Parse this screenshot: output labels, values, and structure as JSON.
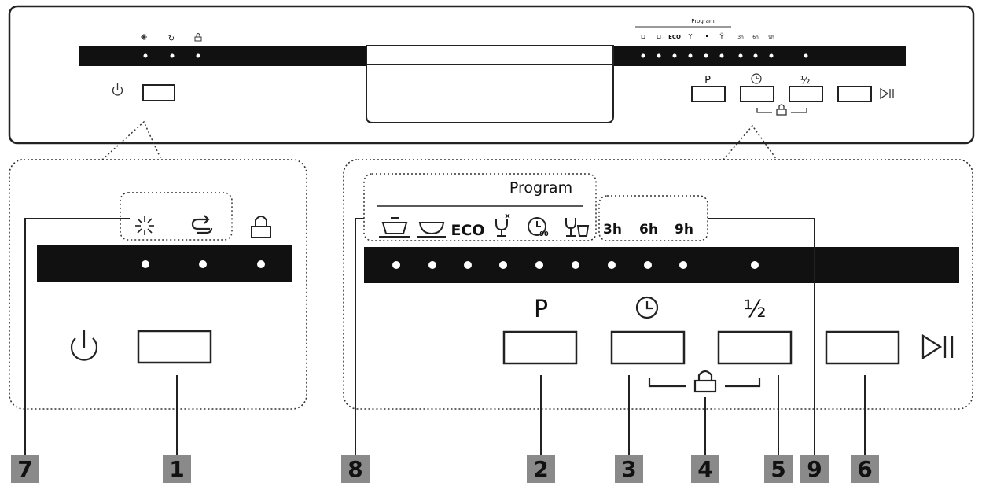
{
  "panel": {
    "program_label": "Program",
    "eco_label": "ECO",
    "time_labels": [
      "3h",
      "6h",
      "9h"
    ],
    "program_button_label": "P",
    "half_load_label": "½"
  },
  "callouts": [
    "1",
    "2",
    "3",
    "4",
    "5",
    "6",
    "7",
    "8",
    "9"
  ],
  "icons": {
    "salt_indicator": "sparkle-icon",
    "rinse_aid_indicator": "rinse-aid-icon",
    "child_lock_indicator": "lock-icon",
    "power": "power-icon",
    "program_icons": [
      "intensive-pot-icon",
      "normal-bowl-icon",
      "eco-text",
      "glass-icon",
      "quick-90-icon",
      "mixed-glass-cup-icon"
    ],
    "delay": "clock-icon",
    "start_pause": "play-pause-icon"
  },
  "colors": {
    "display_strip": "#111111",
    "led": "#ffffff",
    "callout_box": "#8a8a8a",
    "outline": "#222222"
  }
}
